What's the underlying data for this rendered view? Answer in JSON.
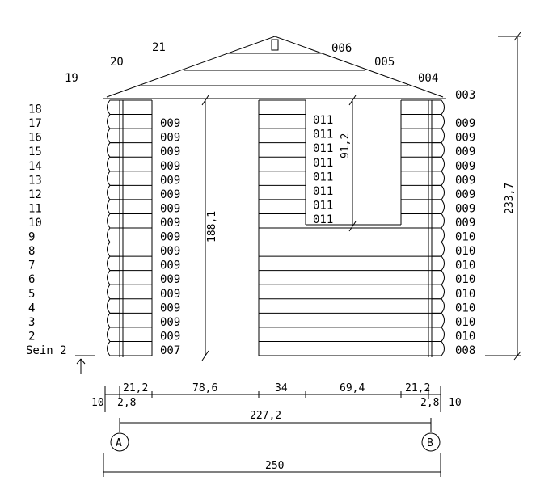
{
  "left_row_numbers": [
    "Sein 2",
    "2",
    "3",
    "4",
    "5",
    "6",
    "7",
    "8",
    "9",
    "10",
    "11",
    "12",
    "13",
    "14",
    "15",
    "16",
    "17",
    "18"
  ],
  "gable_left_numbers": [
    "19",
    "20",
    "21"
  ],
  "gable_right_numbers": [
    "006",
    "005",
    "004",
    "003"
  ],
  "left_inner_codes": [
    "007",
    "009",
    "009",
    "009",
    "009",
    "009",
    "009",
    "009",
    "009",
    "009",
    "009",
    "009",
    "009",
    "009",
    "009",
    "009",
    "009"
  ],
  "middle_codes": [
    "011",
    "011",
    "011",
    "011",
    "011",
    "011",
    "011",
    "011"
  ],
  "right_codes": [
    "008",
    "010",
    "010",
    "010",
    "010",
    "010",
    "010",
    "010",
    "010",
    "009",
    "009",
    "009",
    "009",
    "009",
    "009",
    "009",
    "009",
    "003"
  ],
  "door_height": "188,1",
  "window_height": "91,2",
  "total_height": "233,7",
  "dims_row1": [
    "21,2",
    "78,6",
    "34",
    "69,4",
    "21,2"
  ],
  "dims_row2": [
    "10",
    "2,8",
    "2,8",
    "10"
  ],
  "dim_axes": "227,2",
  "dim_total": "250",
  "axis_a": "A",
  "axis_b": "B"
}
